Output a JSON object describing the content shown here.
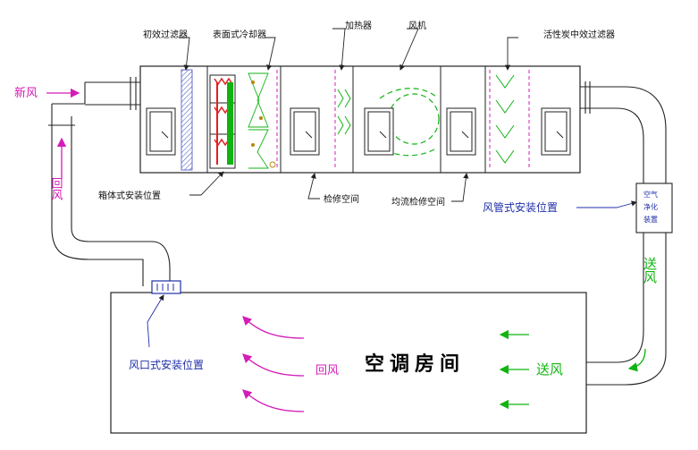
{
  "labels": {
    "primary_filter": "初效过滤器",
    "surface_cooler": "表面式冷却器",
    "humidifier": "加热器",
    "fan": "风机",
    "activated_carbon_filter": "活性炭中效过滤器",
    "box_install": "箱体式安装位置",
    "inspection_space": "检修空间",
    "equalizing_space": "均流检修空间",
    "duct_install": "风管式安装位置",
    "outlet_install": "风口式安装位置",
    "fresh_air": "新风",
    "return_air_vertical": "回风",
    "supply_air_vertical": "送风",
    "return_air_room": "回风",
    "supply_air_room": "送风",
    "room": "空调房间",
    "purifier_line1": "空气",
    "purifier_line2": "净化",
    "purifier_line3": "装置"
  },
  "colors": {
    "line": "#222222",
    "green": "#11b311",
    "magenta": "#d41cb8",
    "blue": "#1f2fa8",
    "red": "#e02020"
  }
}
